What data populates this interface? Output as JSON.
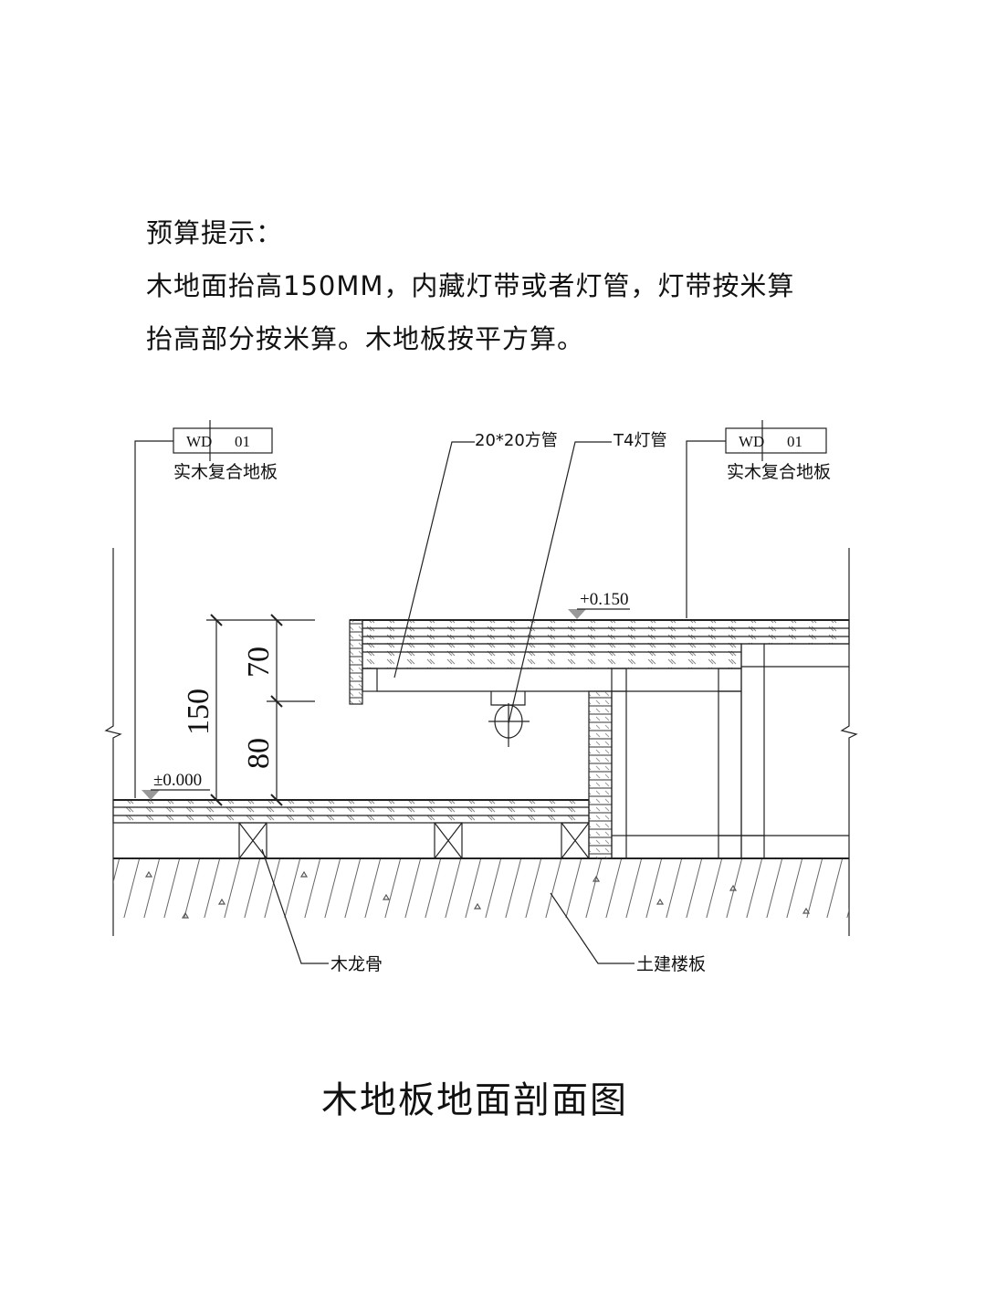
{
  "notes": {
    "heading": "预算提示：",
    "line1": "木地面抬高150MM，内藏灯带或者灯管，灯带按米算",
    "line2": "抬高部分按米算。木地板按平方算。"
  },
  "drawing": {
    "tag_left": {
      "code": "WD",
      "number": "01",
      "material": "实木复合地板"
    },
    "tag_right": {
      "code": "WD",
      "number": "01",
      "material": "实木复合地板"
    },
    "label_square_tube": "20*20方管",
    "label_lamp": "T4灯管",
    "label_joist": "木龙骨",
    "label_slab": "土建楼板",
    "elevation_low": "±0.000",
    "elevation_high": "+0.150",
    "dim_total": "150",
    "dim_upper": "70",
    "dim_lower": "80"
  },
  "title": "木地板地面剖面图"
}
